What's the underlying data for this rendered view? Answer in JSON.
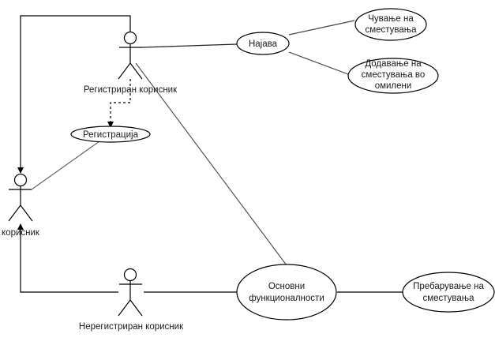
{
  "diagram": {
    "type": "use-case",
    "actors": {
      "registered": {
        "label": "Регистриран корисник"
      },
      "user": {
        "label": "корисник"
      },
      "unregistered": {
        "label": "Нерегистриран корисник"
      }
    },
    "use_cases": {
      "login": {
        "lines": [
          "Најава"
        ]
      },
      "save": {
        "lines": [
          "Чување на",
          "сместувања"
        ]
      },
      "favorites": {
        "lines": [
          "Додавање на",
          "сместувања во",
          "омилени"
        ]
      },
      "registration": {
        "lines": [
          "Регистрација"
        ]
      },
      "basic": {
        "lines": [
          "Основни",
          "функционалности"
        ]
      },
      "search": {
        "lines": [
          "Пребарување на",
          "сместувања"
        ]
      }
    },
    "relations": [
      {
        "from": "registered",
        "to": "user",
        "kind": "generalization"
      },
      {
        "from": "unregistered",
        "to": "user",
        "kind": "generalization"
      },
      {
        "from": "registered",
        "to": "registration",
        "kind": "dashed-dependency"
      },
      {
        "from": "registered",
        "to": "login",
        "kind": "association"
      },
      {
        "from": "login",
        "to": "save",
        "kind": "association"
      },
      {
        "from": "login",
        "to": "favorites",
        "kind": "association"
      },
      {
        "from": "registered",
        "to": "basic",
        "kind": "association"
      },
      {
        "from": "user",
        "to": "registration",
        "kind": "association"
      },
      {
        "from": "unregistered",
        "to": "basic",
        "kind": "association"
      },
      {
        "from": "basic",
        "to": "search",
        "kind": "association"
      }
    ]
  }
}
